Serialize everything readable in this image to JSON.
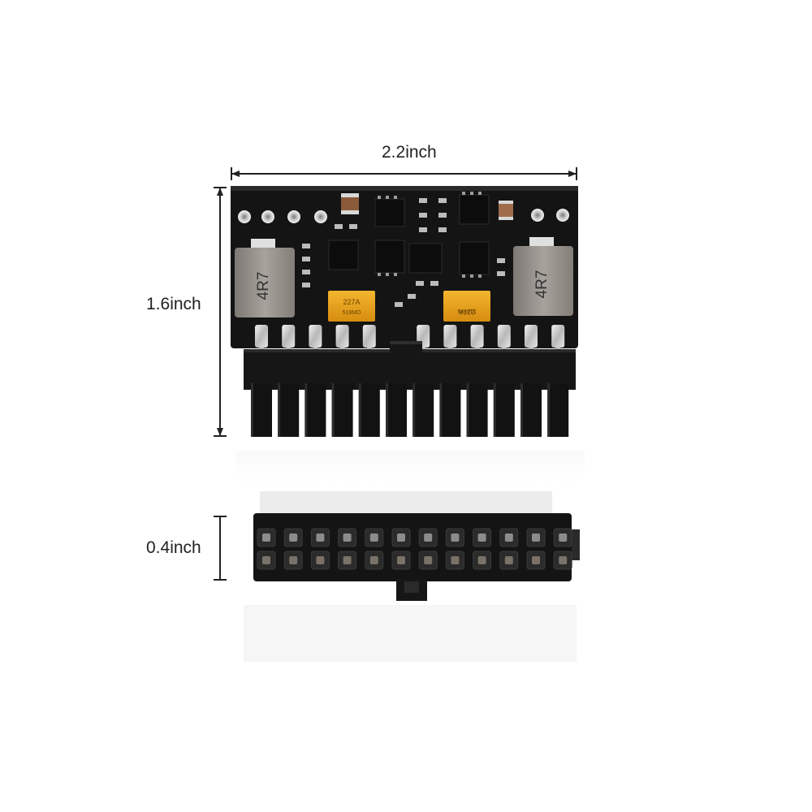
{
  "dimensions": {
    "width_label": "2.2inch",
    "height_label": "1.6inch",
    "depth_label": "0.4inch"
  },
  "pcb": {
    "inductor_marking": "4R7",
    "capacitor_marking": "227A",
    "capacitor_code": "518MO",
    "pin_count_per_row": 12
  },
  "colors": {
    "pcb": "#141414",
    "connector": "#161616",
    "inductor": "#9a9590",
    "capacitor": "#e9a21a",
    "solder": "#cfcfcf",
    "dimension_line": "#222222",
    "background": "#ffffff"
  }
}
